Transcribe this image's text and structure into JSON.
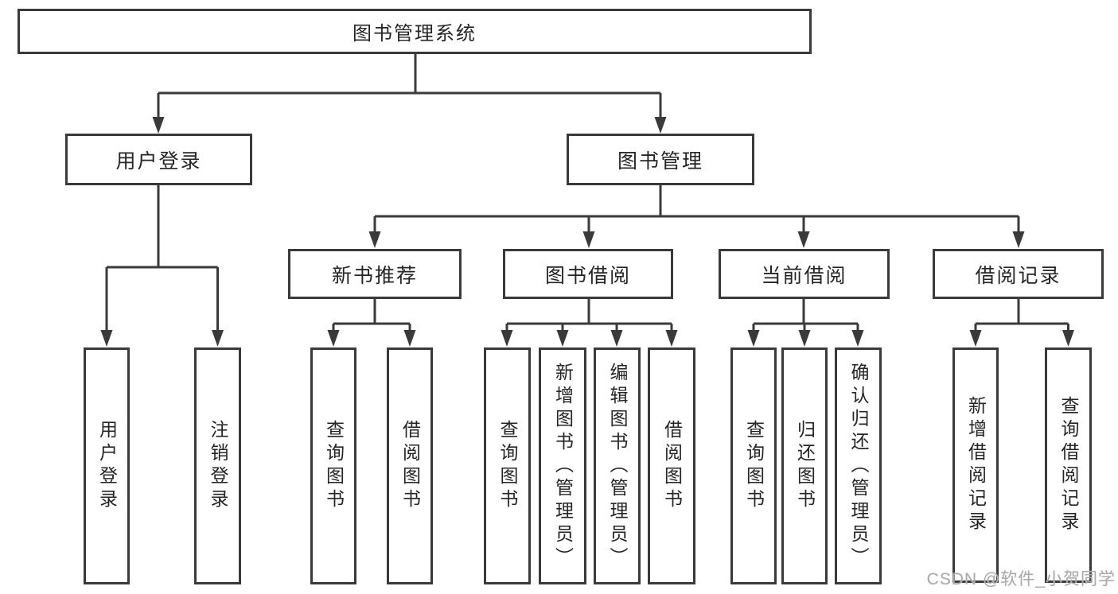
{
  "diagram_type": "hierarchy-structure-chart",
  "colors": {
    "background": "#ffffff",
    "line": "#3a3a3a",
    "box_border": "#3a3a3a",
    "box_fill": "#ffffff",
    "text": "#252525",
    "watermark": "#ababab"
  },
  "tree": {
    "root": {
      "label": "图书管理系统",
      "children": [
        {
          "label": "用户登录",
          "children": [
            {
              "label": "用户登录"
            },
            {
              "label": "注销登录"
            }
          ]
        },
        {
          "label": "图书管理",
          "children": [
            {
              "label": "新书推荐",
              "children": [
                {
                  "label": "查询图书"
                },
                {
                  "label": "借阅图书"
                }
              ]
            },
            {
              "label": "图书借阅",
              "children": [
                {
                  "label": "查询图书"
                },
                {
                  "label": "新增图书（管理员）"
                },
                {
                  "label": "编辑图书（管理员）"
                },
                {
                  "label": "借阅图书"
                }
              ]
            },
            {
              "label": "当前借阅",
              "children": [
                {
                  "label": "查询图书"
                },
                {
                  "label": "归还图书"
                },
                {
                  "label": "确认归还（管理员）"
                }
              ]
            },
            {
              "label": "借阅记录",
              "children": [
                {
                  "label": "新增借阅记录"
                },
                {
                  "label": "查询借阅记录"
                }
              ]
            }
          ]
        }
      ]
    }
  },
  "watermark": {
    "text": "CSDN @软件_小贺同学"
  }
}
